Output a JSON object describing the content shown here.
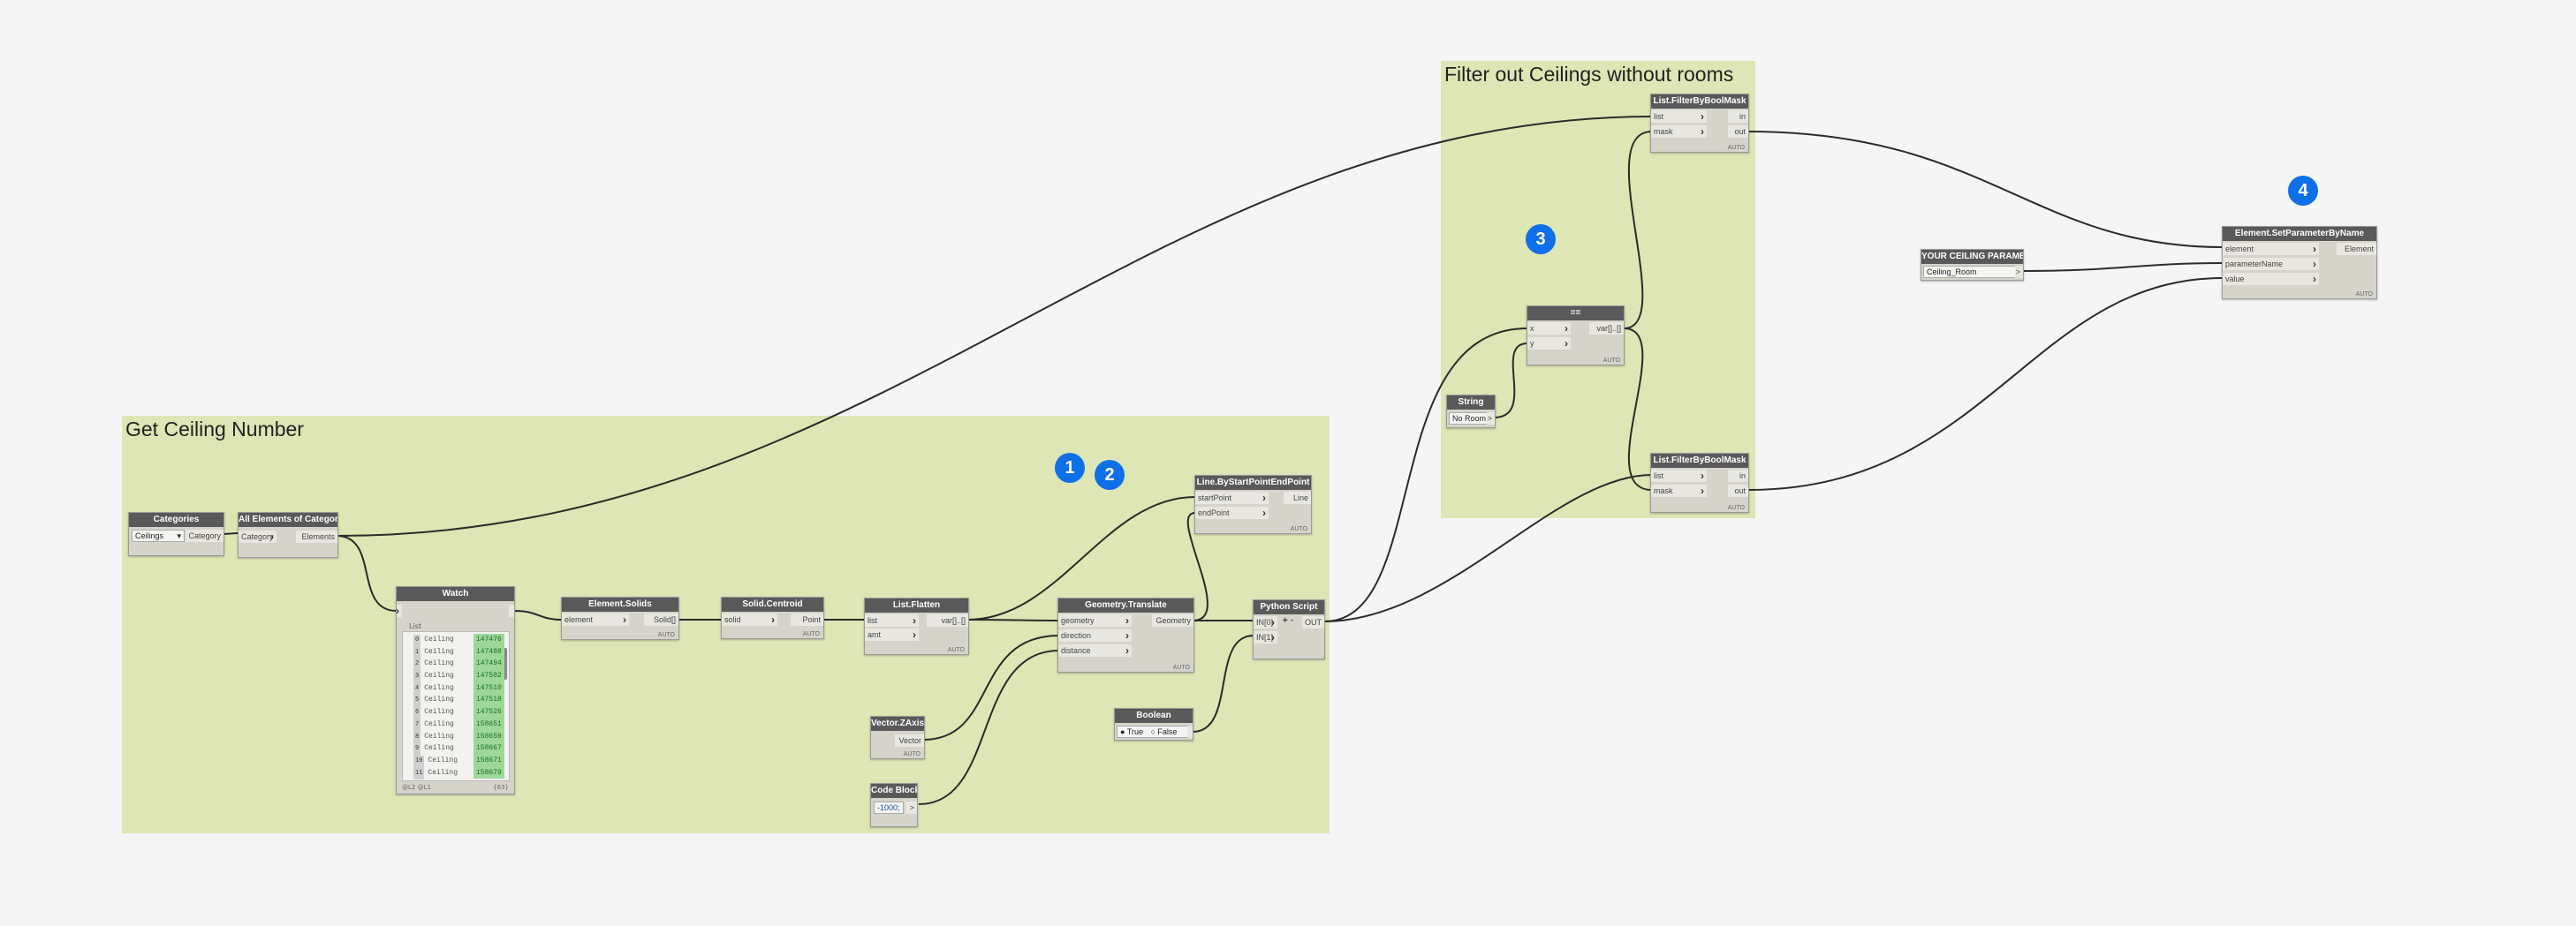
{
  "groups": {
    "get_ceiling": {
      "title": "Get Ceiling Number"
    },
    "filter": {
      "title": "Filter out Ceilings without rooms"
    }
  },
  "badges": [
    "1",
    "2",
    "3",
    "4"
  ],
  "nodes": {
    "categories": {
      "title": "Categories",
      "value": "Ceilings",
      "output": "Category"
    },
    "all_elements": {
      "title": "All Elements of Category",
      "input": "Category",
      "output": "Elements"
    },
    "watch": {
      "title": "Watch",
      "list_label": "List",
      "rows": [
        {
          "idx": "0",
          "name": "Ceiling",
          "value": "147476"
        },
        {
          "idx": "1",
          "name": "Ceiling",
          "value": "147488"
        },
        {
          "idx": "2",
          "name": "Ceiling",
          "value": "147494"
        },
        {
          "idx": "3",
          "name": "Ceiling",
          "value": "147502"
        },
        {
          "idx": "4",
          "name": "Ceiling",
          "value": "147510"
        },
        {
          "idx": "5",
          "name": "Ceiling",
          "value": "147518"
        },
        {
          "idx": "6",
          "name": "Ceiling",
          "value": "147526"
        },
        {
          "idx": "7",
          "name": "Ceiling",
          "value": "158651"
        },
        {
          "idx": "8",
          "name": "Ceiling",
          "value": "158659"
        },
        {
          "idx": "9",
          "name": "Ceiling",
          "value": "158667"
        },
        {
          "idx": "10",
          "name": "Ceiling",
          "value": "158671"
        },
        {
          "idx": "11",
          "name": "Ceiling",
          "value": "158679"
        }
      ],
      "footer_left": "@L2 @L1",
      "footer_right": "{63}"
    },
    "element_solids": {
      "title": "Element.Solids",
      "input": "element",
      "output": "Solid[]",
      "lacing": "AUTO"
    },
    "solid_centroid": {
      "title": "Solid.Centroid",
      "input": "solid",
      "output": "Point",
      "lacing": "AUTO"
    },
    "list_flatten": {
      "title": "List.Flatten",
      "inputs": [
        "list",
        "amt"
      ],
      "output": "var[]..[]",
      "lacing": "AUTO"
    },
    "line_by_points": {
      "title": "Line.ByStartPointEndPoint",
      "inputs": [
        "startPoint",
        "endPoint"
      ],
      "output": "Line",
      "lacing": "AUTO"
    },
    "geometry_translate": {
      "title": "Geometry.Translate",
      "inputs": [
        "geometry",
        "direction",
        "distance"
      ],
      "output": "Geometry",
      "lacing": "AUTO"
    },
    "vector_zaxis": {
      "title": "Vector.ZAxis",
      "output": "Vector",
      "lacing": "AUTO"
    },
    "code_block": {
      "title": "Code Block",
      "value": "-1000;",
      "output": ">"
    },
    "boolean": {
      "title": "Boolean",
      "option_true": "True",
      "option_false": "False"
    },
    "python_script": {
      "title": "Python Script",
      "inputs": [
        "IN[0]",
        "IN[1]"
      ],
      "output": "OUT",
      "plus": "+",
      "minus": "-"
    },
    "equals": {
      "title": "==",
      "inputs": [
        "x",
        "y"
      ],
      "output": "var[]..[]",
      "lacing": "AUTO"
    },
    "string": {
      "title": "String",
      "value": "No Room",
      "output": ">"
    },
    "filter_top": {
      "title": "List.FilterByBoolMask",
      "inputs": [
        "list",
        "mask"
      ],
      "outputs": [
        "in",
        "out"
      ],
      "lacing": "AUTO"
    },
    "filter_bottom": {
      "title": "List.FilterByBoolMask",
      "inputs": [
        "list",
        "mask"
      ],
      "outputs": [
        "in",
        "out"
      ],
      "lacing": "AUTO"
    },
    "ceiling_param": {
      "title": "YOUR CEILING PARAMETER",
      "value": "Ceiling_Room",
      "output": ">"
    },
    "set_param": {
      "title": "Element.SetParameterByName",
      "inputs": [
        "element",
        "parameterName",
        "value"
      ],
      "output": "Element",
      "lacing": "AUTO"
    }
  },
  "colors": {
    "canvas": "#f5f5f5",
    "group": "#dde6b4",
    "node_header": "#595959",
    "badge": "#0f6fe8",
    "wire": "#2b2b2b"
  }
}
